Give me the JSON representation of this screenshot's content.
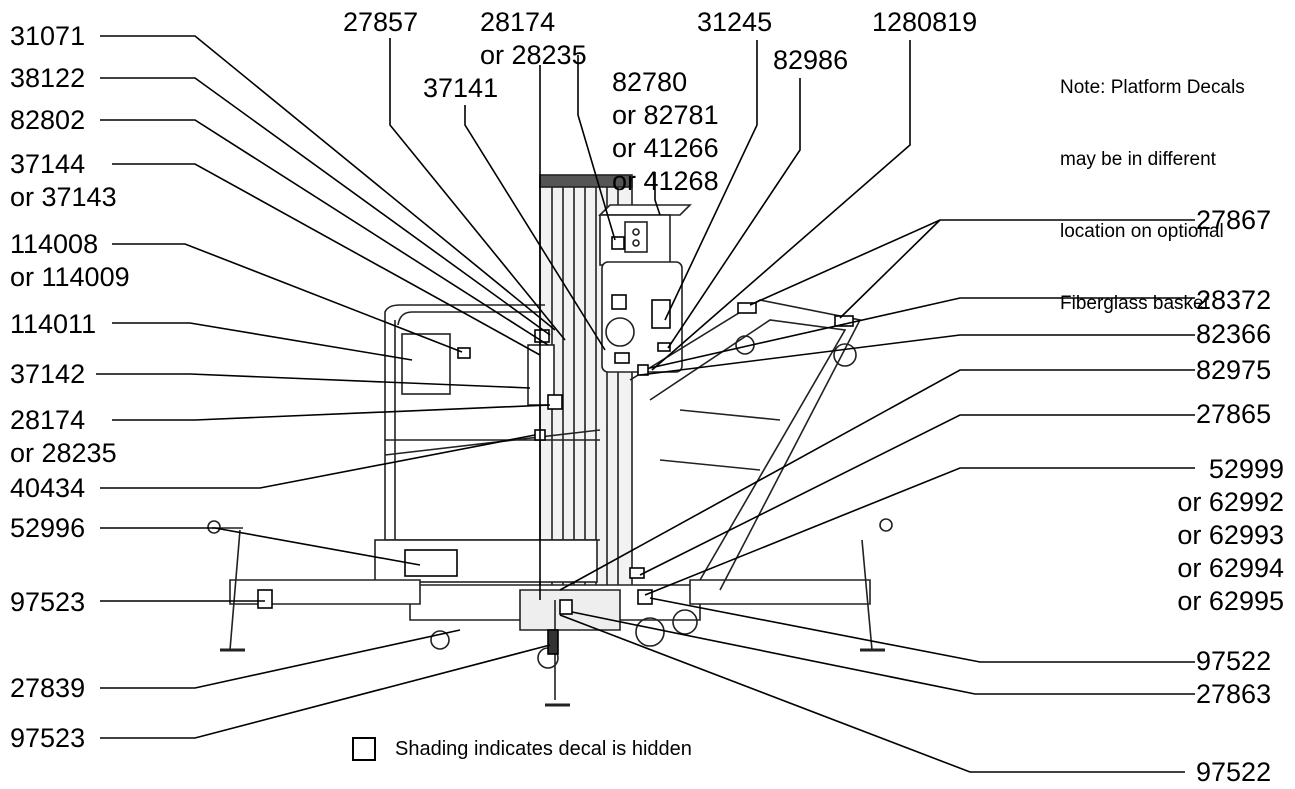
{
  "left_labels": [
    {
      "id": "31071",
      "lines": [
        "31071"
      ]
    },
    {
      "id": "38122",
      "lines": [
        "38122"
      ]
    },
    {
      "id": "82802",
      "lines": [
        "82802"
      ]
    },
    {
      "id": "37144",
      "lines": [
        "37144",
        "or 37143"
      ]
    },
    {
      "id": "114008",
      "lines": [
        "114008",
        "or 114009"
      ]
    },
    {
      "id": "114011",
      "lines": [
        "114011"
      ]
    },
    {
      "id": "37142",
      "lines": [
        "37142"
      ]
    },
    {
      "id": "28174-left",
      "lines": [
        "28174",
        "or 28235"
      ]
    },
    {
      "id": "40434",
      "lines": [
        "40434"
      ]
    },
    {
      "id": "52996",
      "lines": [
        "52996"
      ]
    },
    {
      "id": "97523-a",
      "lines": [
        "97523"
      ]
    },
    {
      "id": "27839",
      "lines": [
        "27839"
      ]
    },
    {
      "id": "97523-b",
      "lines": [
        "97523"
      ]
    }
  ],
  "top_labels": [
    {
      "id": "27857",
      "lines": [
        "27857"
      ]
    },
    {
      "id": "28174-top",
      "lines": [
        "28174",
        "or 28235"
      ]
    },
    {
      "id": "37141",
      "lines": [
        "37141"
      ]
    },
    {
      "id": "82780",
      "lines": [
        "82780",
        "or 82781",
        "or 41266",
        "or 41268"
      ]
    },
    {
      "id": "31245",
      "lines": [
        "31245"
      ]
    },
    {
      "id": "82986",
      "lines": [
        "82986"
      ]
    },
    {
      "id": "1280819",
      "lines": [
        "1280819"
      ]
    }
  ],
  "right_labels": [
    {
      "id": "27867",
      "lines": [
        "27867"
      ]
    },
    {
      "id": "28372",
      "lines": [
        "28372"
      ]
    },
    {
      "id": "82366",
      "lines": [
        "82366"
      ]
    },
    {
      "id": "82975",
      "lines": [
        "82975"
      ]
    },
    {
      "id": "27865",
      "lines": [
        "27865"
      ]
    },
    {
      "id": "52999",
      "lines": [
        "52999",
        "or 62992",
        "or 62993",
        "or 62994",
        "or 62995"
      ]
    },
    {
      "id": "97522-a",
      "lines": [
        "97522"
      ]
    },
    {
      "id": "27863",
      "lines": [
        "27863"
      ]
    },
    {
      "id": "97522-b",
      "lines": [
        "97522"
      ]
    }
  ],
  "note": {
    "lines": [
      "Note: Platform Decals",
      "may be in different",
      "location on optional",
      "Fiberglass basket"
    ]
  },
  "legend": {
    "text": "Shading indicates decal is hidden"
  }
}
